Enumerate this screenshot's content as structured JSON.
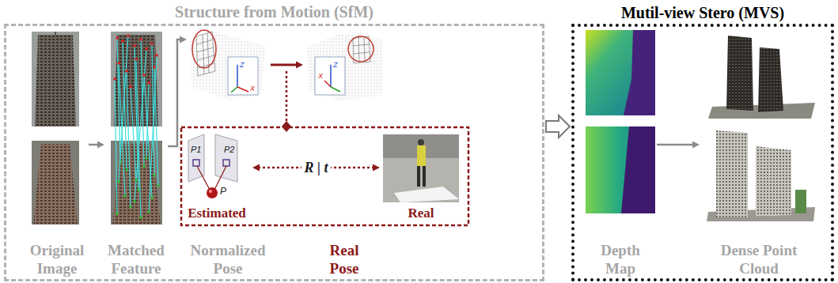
{
  "diagram": {
    "nodes": [
      {
        "text": [
          "Structure from Motion (SfM)"
        ]
      },
      {
        "text": [
          "Original Image"
        ],
        "in": 0
      },
      {
        "text": [
          "Matched Feature"
        ],
        "in": 0
      },
      {
        "text": [
          "Normalized Pose"
        ],
        "in": 0
      },
      {
        "text": [
          "Real Pose"
        ],
        "in": 0
      },
      {
        "text": [
          "Estimated"
        ],
        "in": 0
      },
      {
        "text": [
          "Real"
        ],
        "in": 0
      },
      {
        "text": [
          "Mutil-view Stero (MVS)"
        ]
      },
      {
        "text": [
          "Depth Map"
        ],
        "in": 7
      },
      {
        "text": [
          "Dense Point Cloud"
        ],
        "in": 7
      }
    ],
    "edges": [
      {
        "from": 1,
        "to": 2,
        "arrow": "to"
      },
      {
        "from": 2,
        "to": 3,
        "arrow": "to"
      },
      {
        "from": 3,
        "to": 4,
        "arrow": "to"
      },
      {
        "from": 5,
        "to": 6,
        "label": "R | t",
        "arrow": "both"
      },
      {
        "from": 0,
        "to": 7,
        "arrow": "to"
      },
      {
        "from": 8,
        "to": 9,
        "arrow": "to"
      }
    ],
    "labels": [
      "P1",
      "P2",
      "P",
      "Z",
      "X",
      "Z",
      "X"
    ]
  }
}
